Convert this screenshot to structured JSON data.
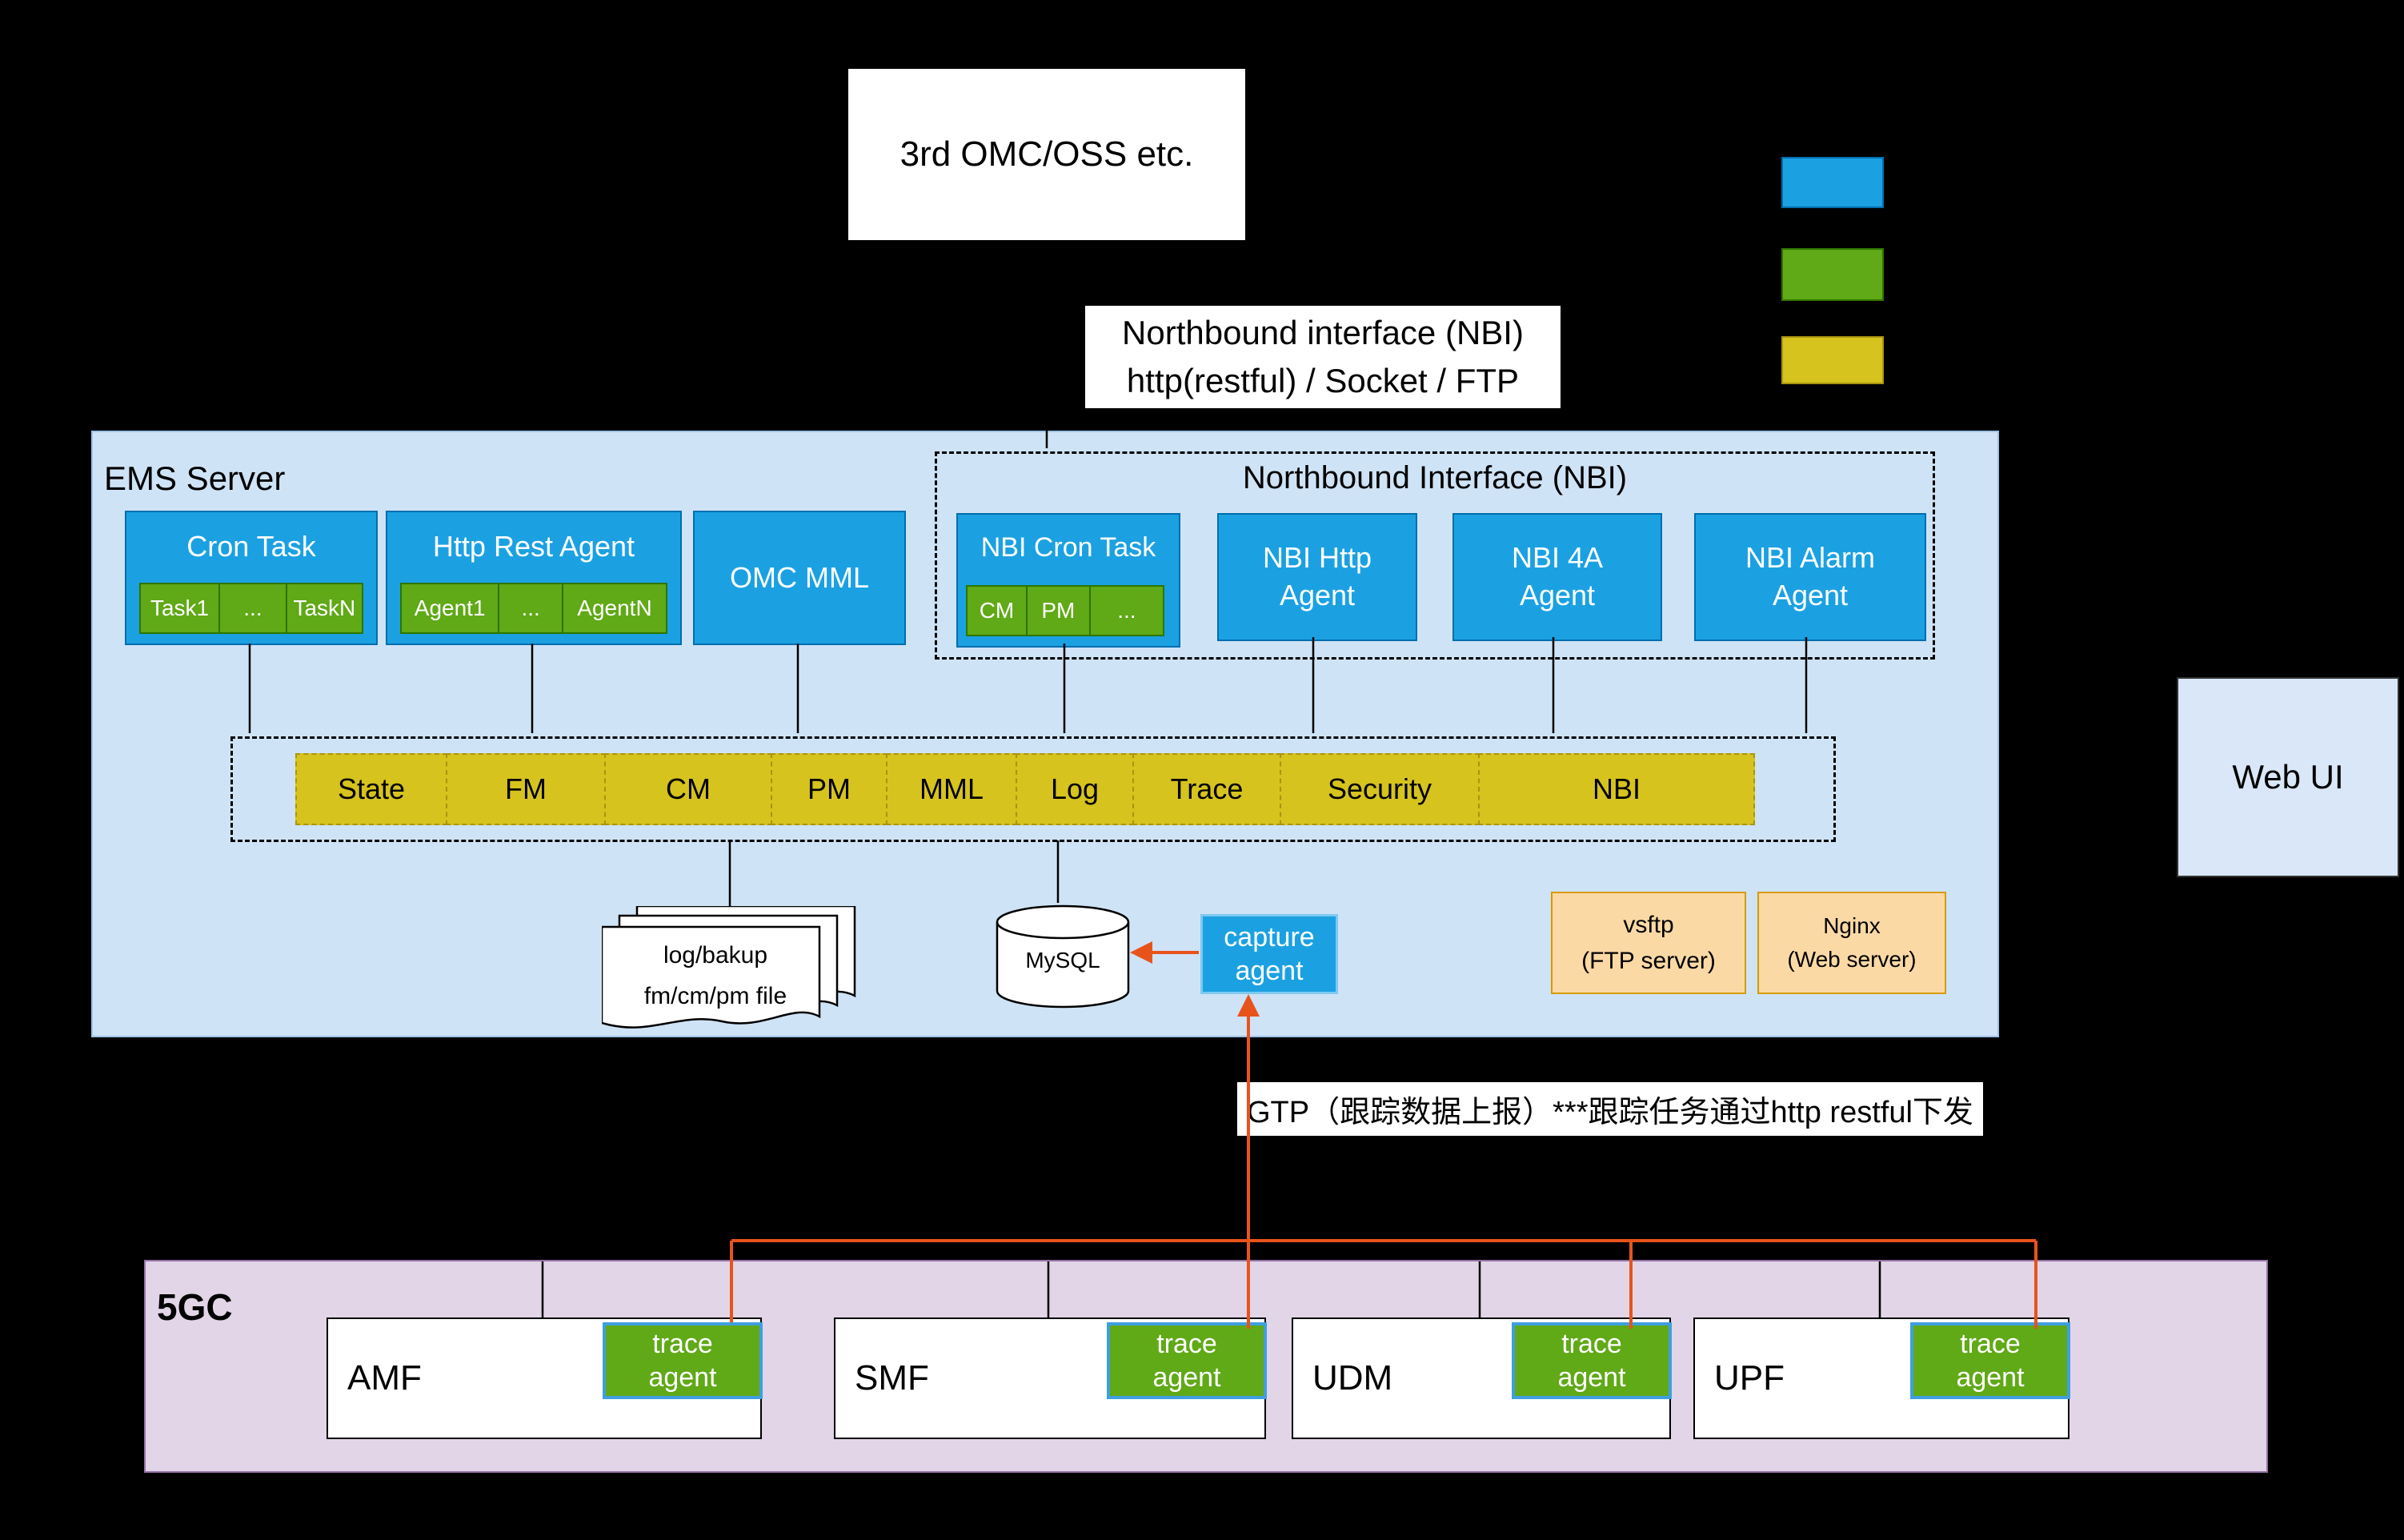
{
  "colors": {
    "blue": "#1ba1e2",
    "blue_dark": "#006eaf",
    "green": "#60a917",
    "green_dark": "#2d7600",
    "yellow": "#d6c31d",
    "yellow_dark": "#a99410",
    "ems_bg": "#cfe3f6",
    "ems_border": "#9dc3e6",
    "purple_bg": "#e1d5e7",
    "purple_border": "#9673a6",
    "orange_bg": "#fbd9a5",
    "orange_border": "#d79b00",
    "webui_bg": "#d9e7f8",
    "arrow_orange": "#e8531c",
    "trace_border": "#3f9fdf"
  },
  "header": {
    "omc_box": "3rd OMC/OSS etc.",
    "nbi_caption": "Northbound interface (NBI)\nhttp(restful) / Socket / FTP"
  },
  "legend": {
    "swatches": [
      "#1ba1e2",
      "#60a917",
      "#d6c31d"
    ]
  },
  "ems": {
    "title": "EMS Server",
    "cron_task": {
      "label": "Cron Task",
      "subs": [
        "Task1",
        "...",
        "TaskN"
      ]
    },
    "http_rest_agent": {
      "label": "Http Rest Agent",
      "subs": [
        "Agent1",
        "...",
        "AgentN"
      ]
    },
    "omc_mml": {
      "label": "OMC MML"
    },
    "nbi": {
      "title": "Northbound Interface (NBI)",
      "cron_task": {
        "label": "NBI Cron Task",
        "subs": [
          "CM",
          "PM",
          "..."
        ]
      },
      "http_agent": "NBI Http\nAgent",
      "four_a_agent": "NBI 4A\nAgent",
      "alarm_agent": "NBI Alarm\nAgent"
    },
    "bus": {
      "cells": [
        "State",
        "FM",
        "CM",
        "PM",
        "MML",
        "Log",
        "Trace",
        "Security",
        "NBI"
      ]
    },
    "files": "log/bakup\nfm/cm/pm file",
    "mysql": "MySQL",
    "capture_agent": "capture\nagent",
    "vsftp": "vsftp\n(FTP server)",
    "nginx": "Nginx\n(Web server)"
  },
  "web_ui": "Web UI",
  "gtp_label": "GTP（跟踪数据上报）***跟踪任务通过http restful下发",
  "core": {
    "title": "5GC",
    "nodes": [
      {
        "name": "AMF",
        "agent": "trace\nagent"
      },
      {
        "name": "SMF",
        "agent": "trace\nagent"
      },
      {
        "name": "UDM",
        "agent": "trace\nagent"
      },
      {
        "name": "UPF",
        "agent": "trace\nagent"
      }
    ]
  }
}
